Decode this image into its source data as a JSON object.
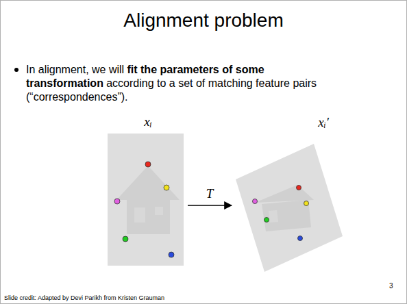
{
  "diagram": {
    "title": "Alignment problem",
    "caption": "Slide credit: Adapted by Devi Parikh from Kristen Grauman",
    "nodes": [
      {
        "text": [
          "xᵢ"
        ]
      },
      {
        "text": [
          "xᵢ′"
        ]
      }
    ],
    "edges": [
      {
        "from": 0,
        "to": 1,
        "label": "T",
        "arrow": "to"
      }
    ],
    "labels": [
      "In alignment, we will",
      "fit the parameters of some transformation",
      "according to a set of matching feature pairs (“correspondences”).",
      "3"
    ]
  }
}
